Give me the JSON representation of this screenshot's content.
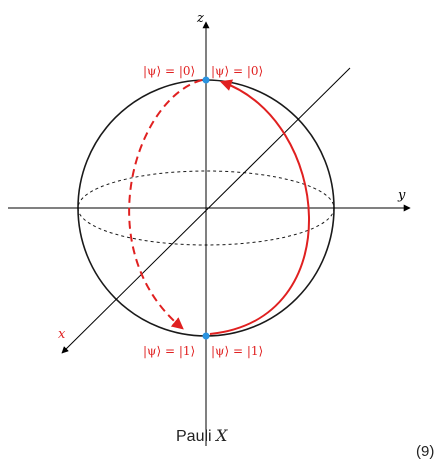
{
  "axes": {
    "z": "z",
    "y": "y",
    "x": "x"
  },
  "states": {
    "top_left": "|ψ⟩ = |0⟩",
    "top_right": "|ψ⟩ = |0⟩",
    "bottom_left": "|ψ⟩ = |1⟩",
    "bottom_right": "|ψ⟩ = |1⟩"
  },
  "caption": "Pauli X",
  "caption_parts": {
    "text": "Pauli ",
    "symbol": "X"
  },
  "equation_number": "(9)",
  "colors": {
    "axis": "#000000",
    "sphere": "#1a1a1a",
    "arrow": "#e02020",
    "point": "#2a93e0"
  }
}
